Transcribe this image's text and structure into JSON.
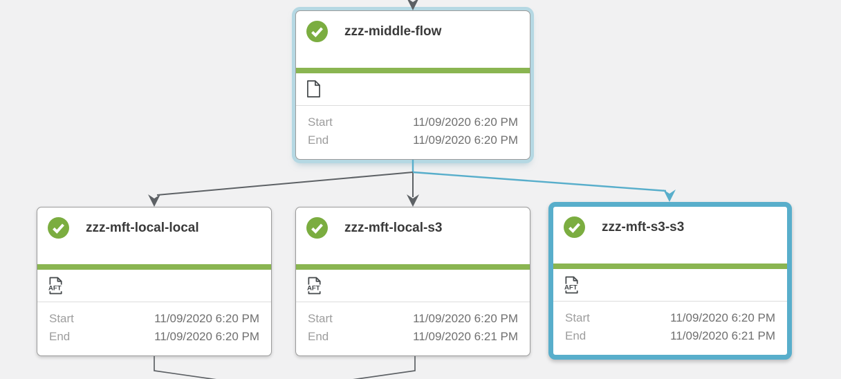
{
  "view": {
    "name": "workflow-execution-monitor"
  },
  "colors": {
    "background": "#f1f1f2",
    "card_background": "#ffffff",
    "card_border": "#9b9b9b",
    "divider": "#dcdcdc",
    "status_green": "#7bad40",
    "progress_green": "#8ab551",
    "selected_blue": "#58aecb",
    "highlight_blue": "#b5d8e3",
    "edge_gray": "#5d6165",
    "edge_blue": "#58aecb",
    "title_text": "#3a3a3a",
    "label_text": "#9d9d9d",
    "value_text": "#6f6f6f",
    "icon_stroke": "#43474a"
  },
  "icons": {
    "aft_label": "AFT",
    "status_icon": "check-circle",
    "middle_flow_type_icon": "document",
    "mft_type_icon": "aft-file-transfer"
  },
  "nodes": [
    {
      "title": "zzz-middle-flow",
      "status": "success",
      "type_icon": "document",
      "start_label": "Start",
      "start_time": "11/09/2020 6:20 PM",
      "end_label": "End",
      "end_time": "11/09/2020 6:20 PM",
      "selection": "soft-highlight"
    },
    {
      "title": "zzz-mft-local-local",
      "status": "success",
      "type_icon": "aft-file-transfer",
      "start_label": "Start",
      "start_time": "11/09/2020 6:20 PM",
      "end_label": "End",
      "end_time": "11/09/2020 6:20 PM",
      "selection": "none"
    },
    {
      "title": "zzz-mft-local-s3",
      "status": "success",
      "type_icon": "aft-file-transfer",
      "start_label": "Start",
      "start_time": "11/09/2020 6:20 PM",
      "end_label": "End",
      "end_time": "11/09/2020 6:21 PM",
      "selection": "none"
    },
    {
      "title": "zzz-mft-s3-s3",
      "status": "success",
      "type_icon": "aft-file-transfer",
      "start_label": "Start",
      "start_time": "11/09/2020 6:20 PM",
      "end_label": "End",
      "end_time": "11/09/2020 6:21 PM",
      "selection": "selected"
    }
  ],
  "edges": [
    {
      "from": "offscreen-above",
      "to": "zzz-middle-flow",
      "style": "gray-arrow"
    },
    {
      "from": "zzz-middle-flow",
      "to": "zzz-mft-local-local",
      "style": "gray-arrow"
    },
    {
      "from": "zzz-middle-flow",
      "to": "zzz-mft-local-s3",
      "style": "gray-arrow"
    },
    {
      "from": "zzz-middle-flow",
      "to": "zzz-mft-s3-s3",
      "style": "blue-highlighted-arrow"
    },
    {
      "from": "zzz-mft-local-local",
      "to": "offscreen-below",
      "style": "gray-line"
    },
    {
      "from": "zzz-mft-local-s3",
      "to": "offscreen-below",
      "style": "gray-line"
    }
  ]
}
